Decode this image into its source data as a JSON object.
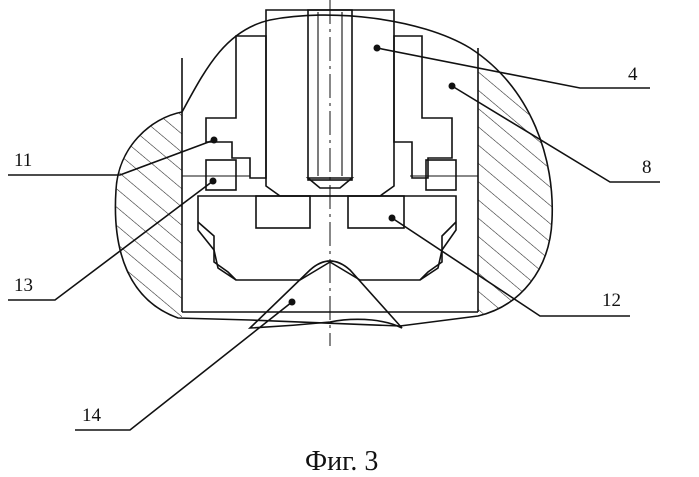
{
  "figure": {
    "caption": "Фиг. 3",
    "labels": [
      "4",
      "8",
      "11",
      "13",
      "12",
      "14"
    ]
  }
}
